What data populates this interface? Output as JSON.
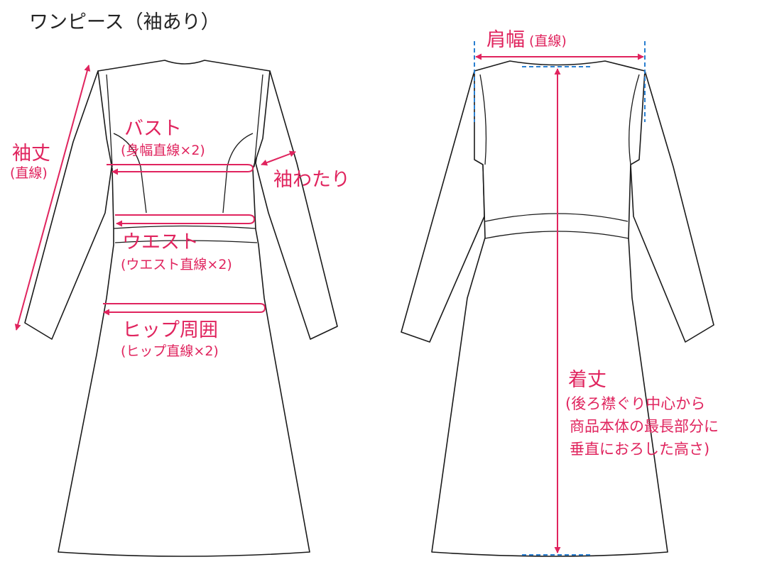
{
  "title": "ワンピース（袖あり）",
  "front": {
    "sleeve_length": {
      "label": "袖丈",
      "note": "(直線)"
    },
    "bust": {
      "label": "バスト",
      "note": "(身幅直線×2)"
    },
    "sleeve_width": {
      "label": "袖わたり"
    },
    "waist": {
      "label": "ウエスト",
      "note": "(ウエスト直線×2)"
    },
    "hip": {
      "label": "ヒップ周囲",
      "note": "(ヒップ直線×2)"
    }
  },
  "back": {
    "shoulder_width": {
      "label": "肩幅",
      "note": "(直線)"
    },
    "total_length": {
      "label": "着丈",
      "note_lines": [
        "(後ろ襟ぐり中心から",
        "商品本体の最長部分に",
        "垂直におろした高さ)"
      ]
    }
  },
  "colors": {
    "measure": "#e0245e",
    "guide": "#2a7fd0",
    "outline": "#1a1a1a"
  }
}
